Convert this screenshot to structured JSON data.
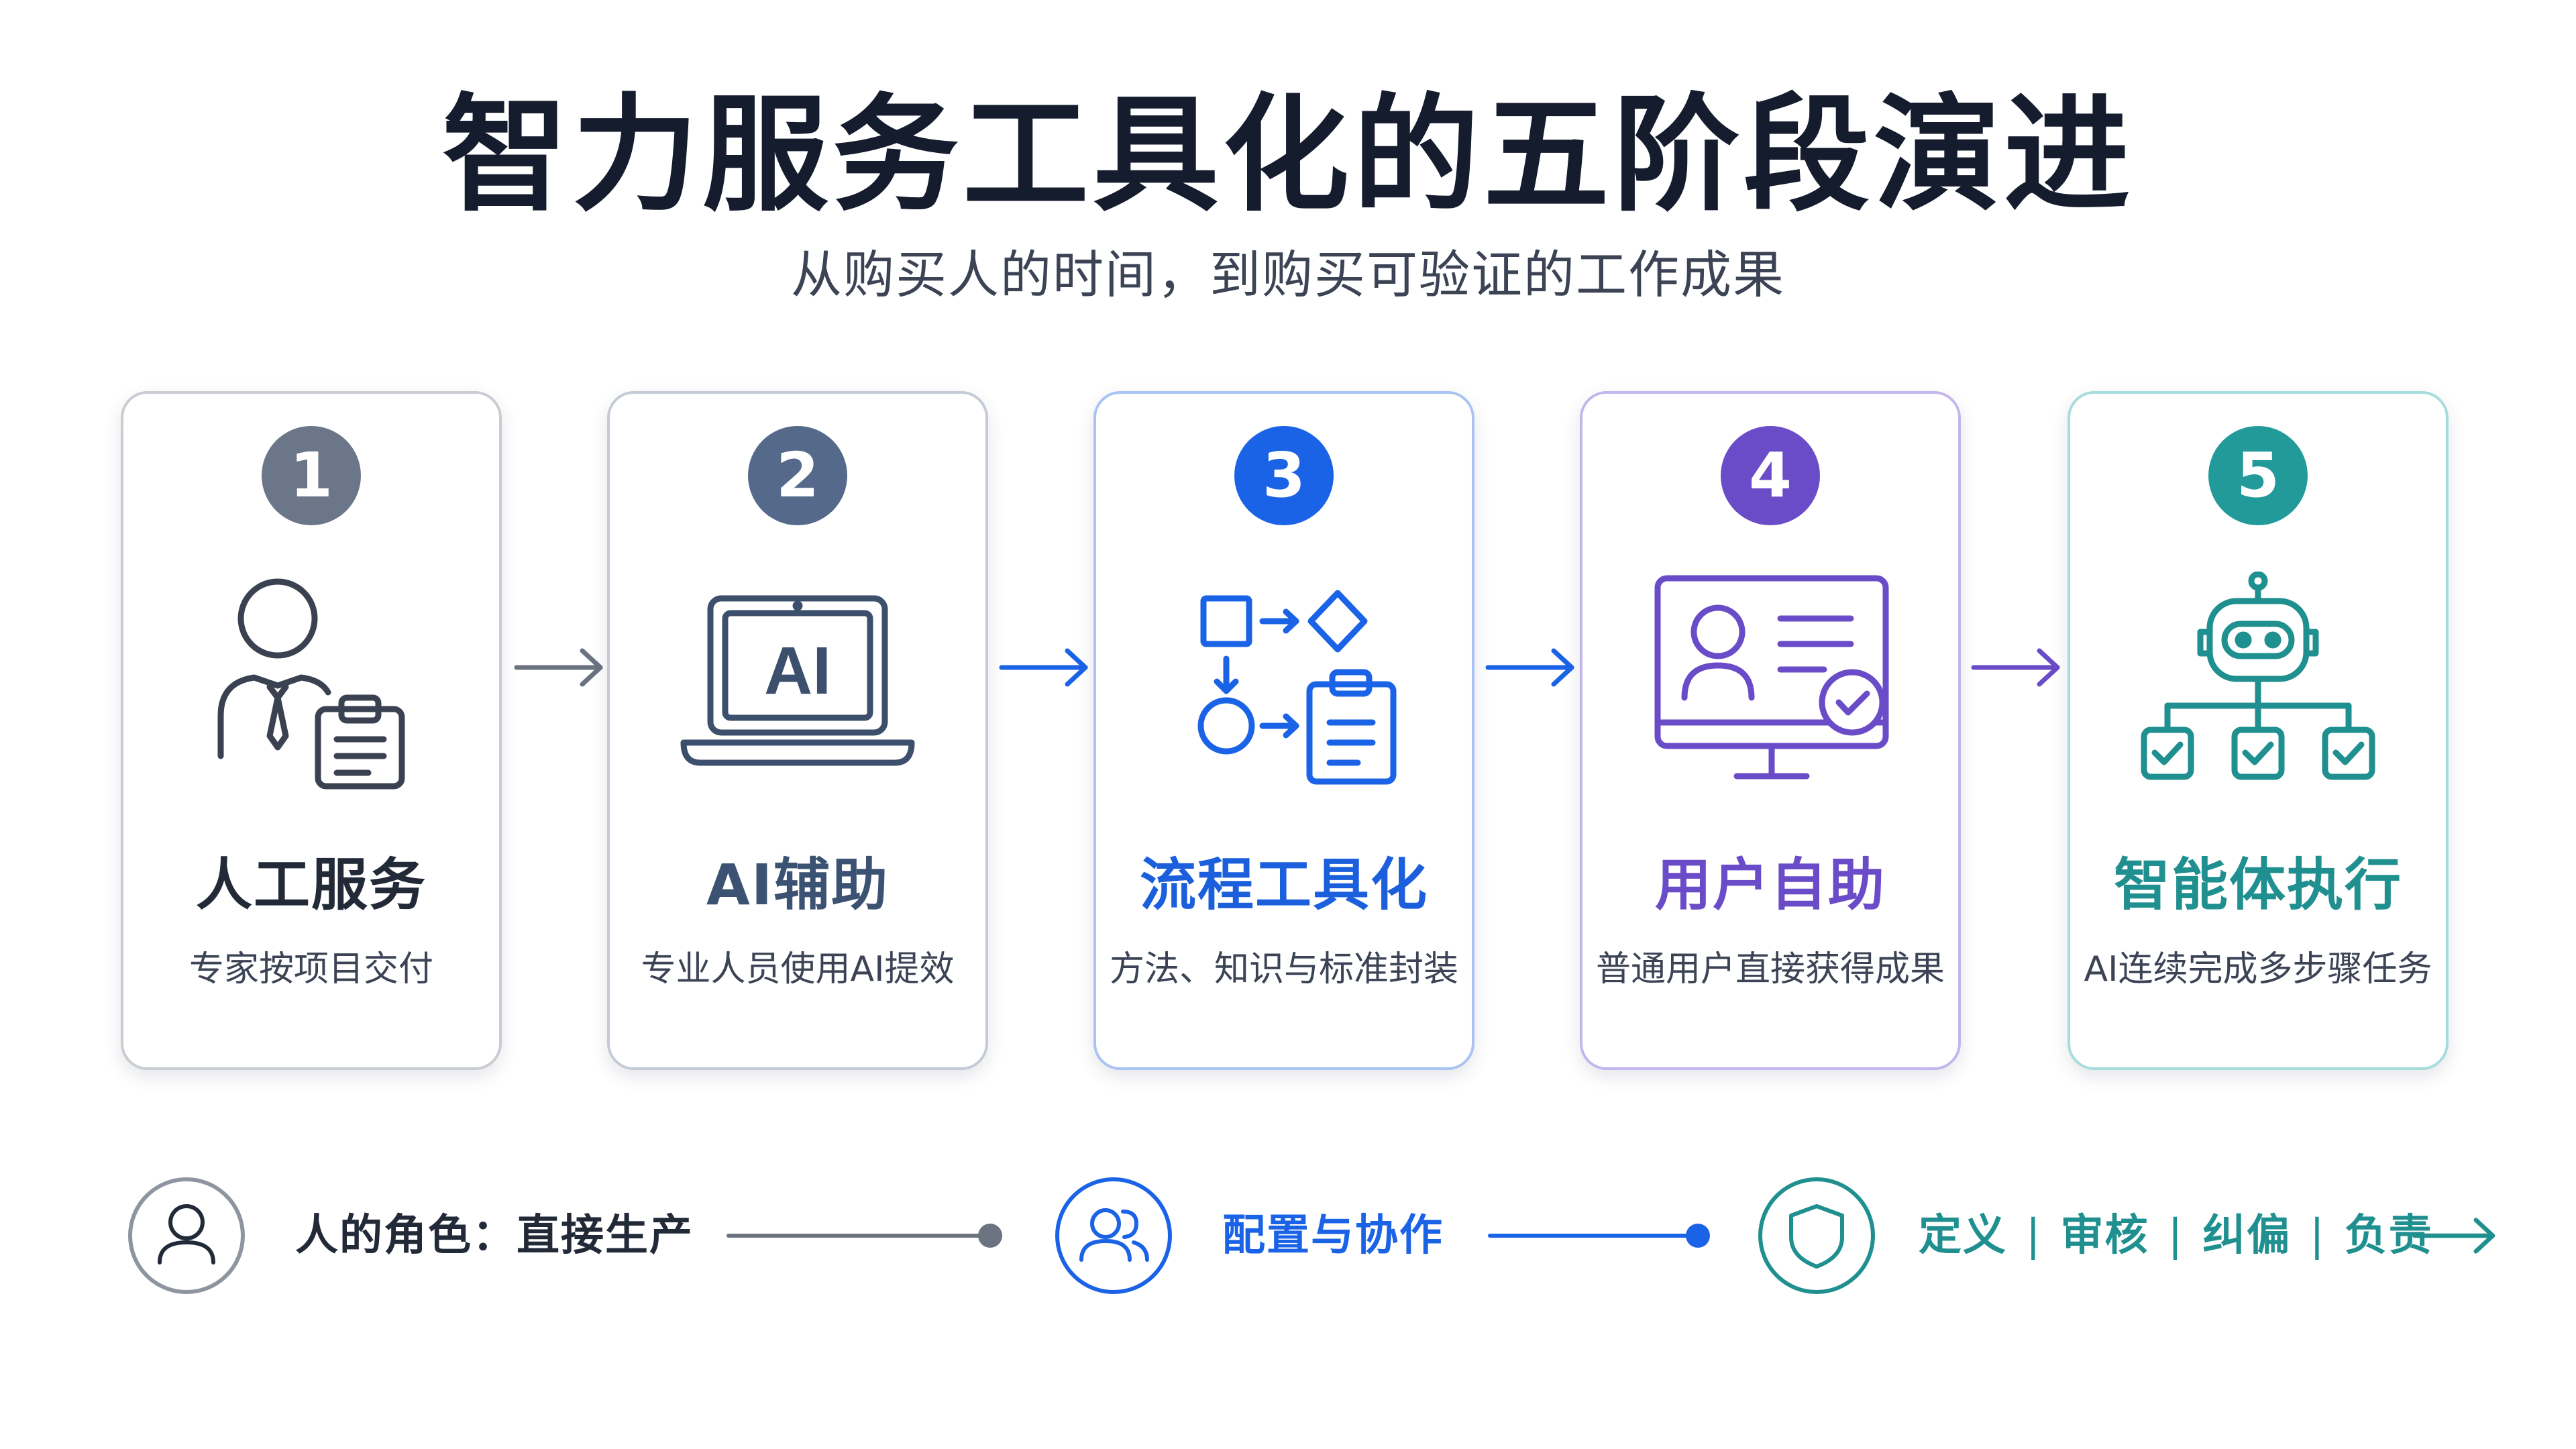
{
  "title": "智力服务工具化的五阶段演进",
  "subtitle": "从购买人的时间，到购买可验证的工作成果",
  "stages": [
    {
      "number": "1",
      "title": "人工服务",
      "desc": "专家按项目交付",
      "color": "#6b7788",
      "title_color": "#222a38",
      "icon": "person-clipboard-icon"
    },
    {
      "number": "2",
      "title": "AI辅助",
      "desc": "专业人员使用AI提效",
      "color": "#55698a",
      "title_color": "#3c5273",
      "icon": "ai-laptop-icon"
    },
    {
      "number": "3",
      "title": "流程工具化",
      "desc": "方法、知识与标准封装",
      "color": "#1b63e6",
      "title_color": "#1b5fdc",
      "icon": "workflow-icon"
    },
    {
      "number": "4",
      "title": "用户自助",
      "desc": "普通用户直接获得成果",
      "color": "#6a4bc8",
      "title_color": "#6a4bc8",
      "icon": "self-service-monitor-icon"
    },
    {
      "number": "5",
      "title": "智能体执行",
      "desc": "AI连续完成多步骤任务",
      "color": "#229a9a",
      "title_color": "#1f8f8f",
      "icon": "agent-robot-icon"
    }
  ],
  "role_bar": {
    "items": [
      {
        "label": "人的角色：直接生产",
        "color": "#222a38",
        "icon": "person-icon"
      },
      {
        "label": "配置与协作",
        "color": "#1b63e6",
        "icon": "team-icon"
      },
      {
        "label_parts": [
          "定义",
          "审核",
          "纠偏",
          "负责"
        ],
        "separator": "|",
        "color": "#1f8f8f",
        "icon": "shield-icon"
      }
    ]
  }
}
